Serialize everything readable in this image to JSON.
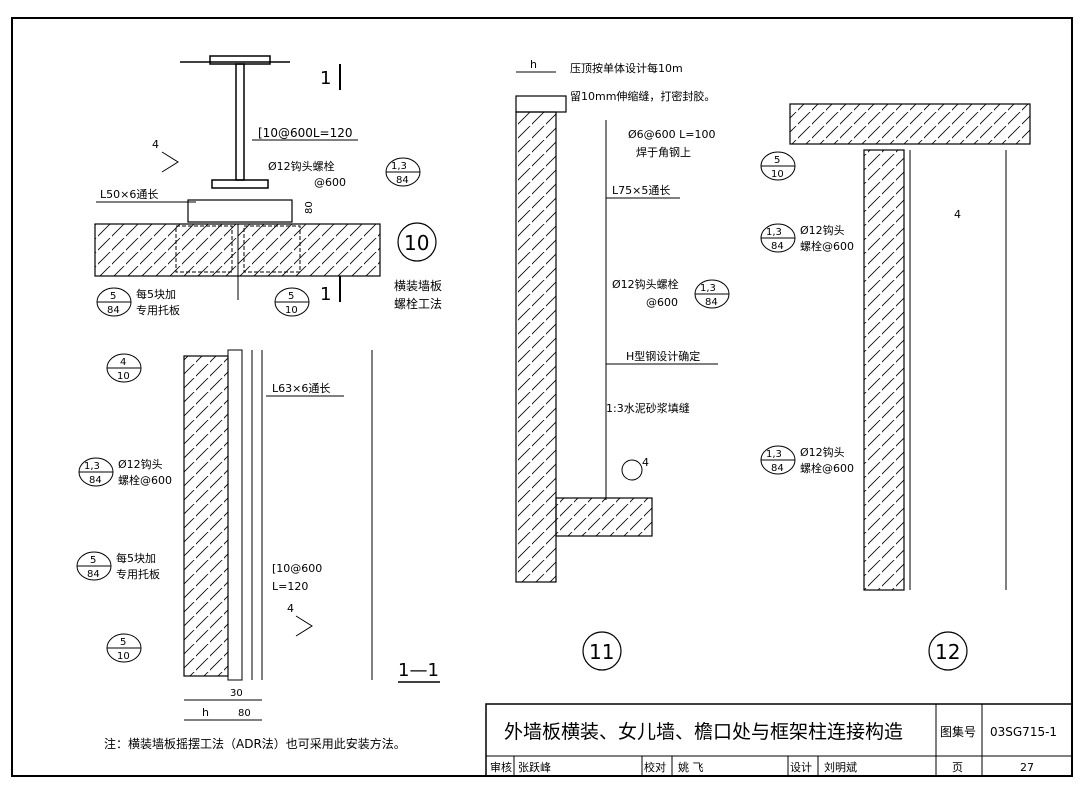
{
  "drawing": {
    "upper_left": {
      "section_mark": "1",
      "channel_label": "[10@600L=120",
      "weld_size": "4",
      "angle_label": "L50×6通长",
      "bolt_label": "Ø12钩头螺栓",
      "bolt_spacing": "@600",
      "bolt_ref_top": "1,3",
      "bolt_ref_bottom": "84",
      "dim_80": "80",
      "plate_ref_top": "5",
      "plate_ref_bottom": "84",
      "plate_note_1": "每5块加",
      "plate_note_2": "专用托板",
      "lower_ref_top": "5",
      "lower_ref_bottom": "10",
      "lower_section_mark": "1",
      "detail_no": "10",
      "detail_title_1": "横装墙板",
      "detail_title_2": "螺栓工法"
    },
    "section_11": {
      "ref_top": "4",
      "ref_bottom": "10",
      "angle_label": "L63×6通长",
      "bolt_ref_top": "1,3",
      "bolt_ref_bottom": "84",
      "bolt_note_1": "Ø12钩头",
      "bolt_note_2": "螺栓@600",
      "plate_ref_top": "5",
      "plate_ref_bottom": "84",
      "plate_note_1": "每5块加",
      "plate_note_2": "专用托板",
      "channel_label_1": "[10@600",
      "channel_label_2": "L=120",
      "weld_size": "4",
      "base_ref_top": "5",
      "base_ref_bottom": "10",
      "dim_30": "30",
      "dim_h": "h",
      "dim_80": "80",
      "section_title": "1—1"
    },
    "detail_11": {
      "dim_h": "h",
      "note_1": "压顶按单体设计每10m",
      "note_2": "留10mm伸缩缝，打密封胶。",
      "rebar_1": "Ø6@600 L=100",
      "rebar_2": "焊于角钢上",
      "angle_label": "L75×5通长",
      "bolt_label": "Ø12钩头螺栓",
      "bolt_spacing": "@600",
      "bolt_ref_top": "1,3",
      "bolt_ref_bottom": "84",
      "hsteel_label": "H型钢设计确定",
      "mortar_label": "1:3水泥砂浆填缝",
      "weld_size": "4",
      "detail_no": "11"
    },
    "detail_12": {
      "ref_top": "5",
      "ref_bottom": "10",
      "weld_size": "4",
      "bolt1_ref_top": "1,3",
      "bolt1_ref_bottom": "84",
      "bolt1_note_1": "Ø12钩头",
      "bolt1_note_2": "螺栓@600",
      "bolt2_ref_top": "1,3",
      "bolt2_ref_bottom": "84",
      "bolt2_note_1": "Ø12钩头",
      "bolt2_note_2": "螺栓@600",
      "detail_no": "12"
    },
    "note": "注：横装墙板摇摆工法（ADR法）也可采用此安装方法。"
  },
  "title_block": {
    "title": "外墙板横装、女儿墙、檐口处与框架柱连接构造",
    "atlas_label": "图集号",
    "atlas_no": "03SG715-1",
    "review_label": "审核",
    "review_name": "张跃峰",
    "check_label": "校对",
    "check_name": "姚 飞",
    "design_label": "设计",
    "design_name": "刘明斌",
    "page_label": "页",
    "page_no": "27"
  }
}
